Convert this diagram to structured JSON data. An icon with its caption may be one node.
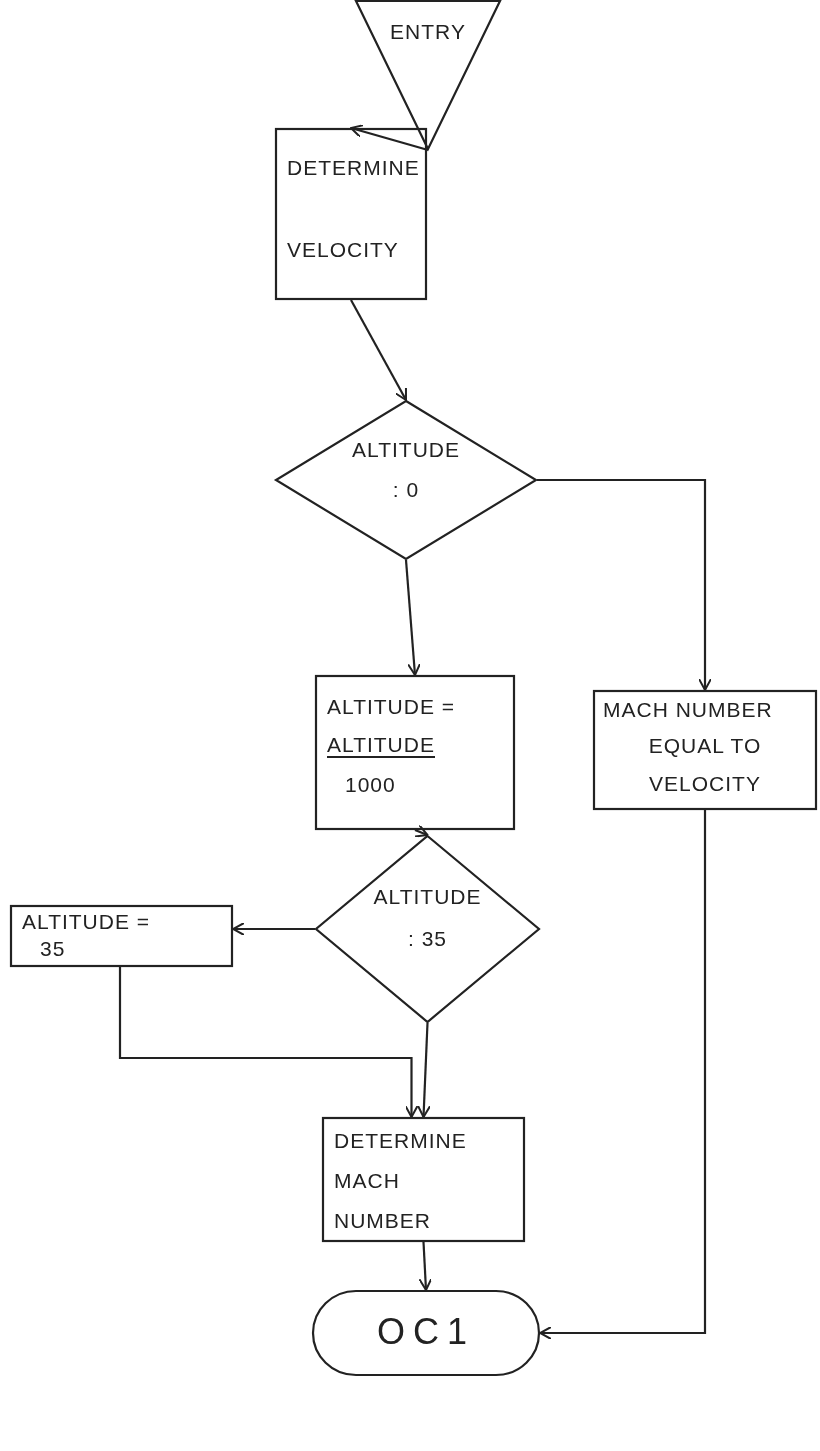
{
  "diagram": {
    "nodes": [
      {
        "text": [
          "ENTRY"
        ]
      },
      {
        "text": [
          "DETERMINE",
          "VELOCITY"
        ]
      },
      {
        "text": [
          "ALTITUDE",
          ": 0"
        ]
      },
      {
        "text": [
          "ALTITUDE =",
          "ALTITUDE",
          "1000"
        ]
      },
      {
        "text": [
          "MACH NUMBER",
          "EQUAL TO",
          "VELOCITY"
        ]
      },
      {
        "text": [
          "ALTITUDE",
          ": 35"
        ]
      },
      {
        "text": [
          "ALTITUDE =",
          "35"
        ]
      },
      {
        "text": [
          "DETERMINE",
          "MACH",
          "NUMBER"
        ]
      },
      {
        "text": [
          "OC1"
        ]
      }
    ],
    "edges": [
      {
        "from": 0,
        "to": 1,
        "arrow": "to"
      },
      {
        "from": 1,
        "to": 2,
        "arrow": "to"
      },
      {
        "from": 2,
        "to": 3,
        "arrow": "to"
      },
      {
        "from": 2,
        "to": 4,
        "arrow": "to"
      },
      {
        "from": 3,
        "to": 5,
        "arrow": "to"
      },
      {
        "from": 5,
        "to": 6,
        "arrow": "to"
      },
      {
        "from": 6,
        "to": 7,
        "arrow": "to"
      },
      {
        "from": 5,
        "to": 7,
        "arrow": "to"
      },
      {
        "from": 7,
        "to": 8,
        "arrow": "to"
      },
      {
        "from": 4,
        "to": 8,
        "arrow": "to"
      }
    ]
  }
}
